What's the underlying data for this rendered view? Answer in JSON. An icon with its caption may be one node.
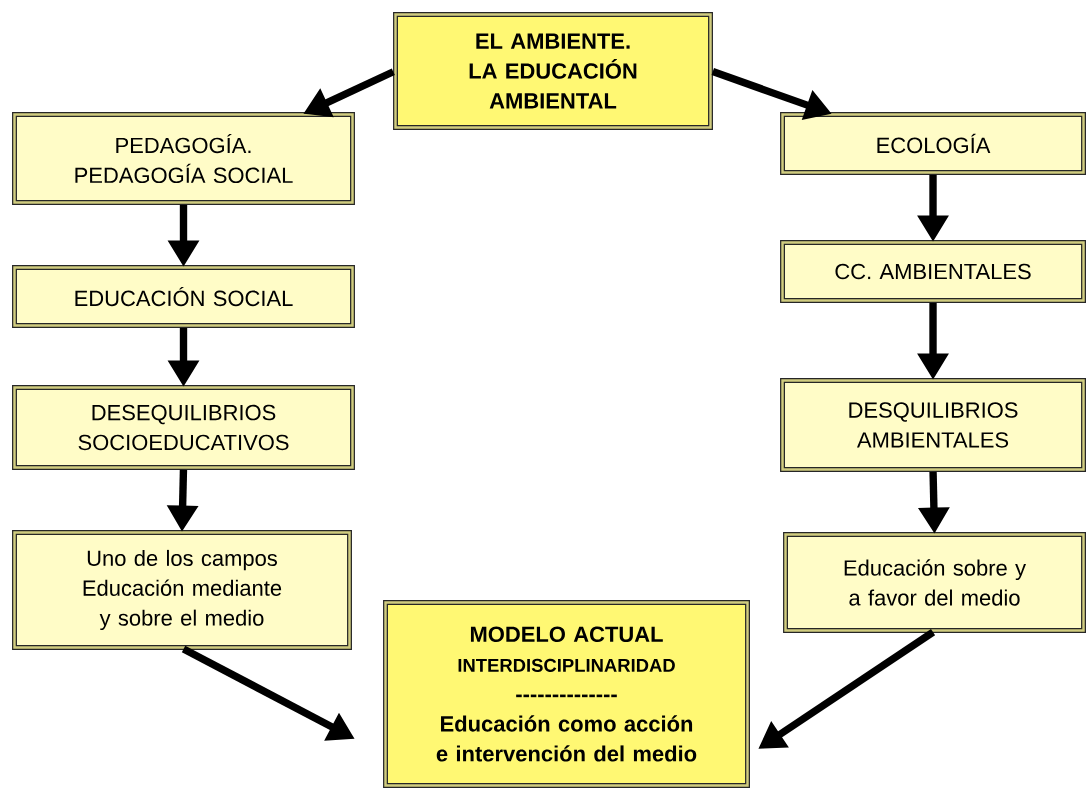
{
  "diagram": {
    "nodes": [
      {
        "text": [
          "EL AMBIENTE. LA EDUCACIÓN AMBIENTAL"
        ]
      },
      {
        "text": [
          "PEDAGOGÍA. PEDAGOGÍA SOCIAL"
        ]
      },
      {
        "text": [
          "EDUCACIÓN SOCIAL"
        ]
      },
      {
        "text": [
          "DESEQUILIBRIOS SOCIOEDUCATIVOS"
        ]
      },
      {
        "text": [
          "Uno de los campos Educación mediante y sobre el medio"
        ]
      },
      {
        "text": [
          "ECOLOGÍA"
        ]
      },
      {
        "text": [
          "CC. AMBIENTALES"
        ]
      },
      {
        "text": [
          "DESQUILIBRIOS AMBIENTALES"
        ]
      },
      {
        "text": [
          "Educación sobre y a favor del medio"
        ]
      },
      {
        "text": [
          "MODELO ACTUAL",
          "INTERDISCIPLINARIDAD",
          "--------------",
          "Educación como acción e intervención del medio"
        ]
      }
    ],
    "edges": [
      {
        "from": 0,
        "to": 1,
        "arrow": "to"
      },
      {
        "from": 1,
        "to": 2,
        "arrow": "to"
      },
      {
        "from": 2,
        "to": 3,
        "arrow": "to"
      },
      {
        "from": 3,
        "to": 4,
        "arrow": "to"
      },
      {
        "from": 0,
        "to": 5,
        "arrow": "to"
      },
      {
        "from": 5,
        "to": 6,
        "arrow": "to"
      },
      {
        "from": 6,
        "to": 7,
        "arrow": "to"
      },
      {
        "from": 7,
        "to": 8,
        "arrow": "to"
      },
      {
        "from": 4,
        "to": 9,
        "arrow": "to"
      },
      {
        "from": 8,
        "to": 9,
        "arrow": "to"
      }
    ]
  }
}
